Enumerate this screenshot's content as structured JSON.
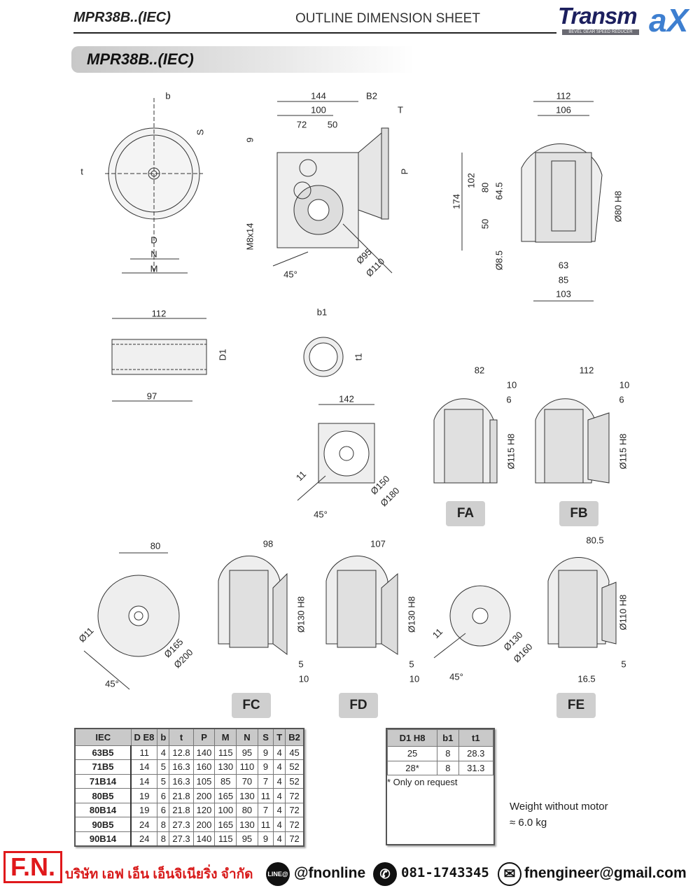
{
  "header": {
    "model": "MPR38B..(IEC)",
    "title": "OUTLINE DIMENSION SHEET",
    "logo_brand": "Transm",
    "logo_x": "aX",
    "logo_sub": "BEVEL GEAR SPEED REDUCER"
  },
  "banner": {
    "title": "MPR38B..(IEC)"
  },
  "drawing": {
    "labels": [
      "b",
      "S",
      "t",
      "D",
      "N",
      "M",
      "144",
      "B2",
      "100",
      "T",
      "72",
      "50",
      "9",
      "P",
      "M8x14",
      "45°",
      "Ø95",
      "Ø110",
      "112",
      "106",
      "174",
      "102",
      "80",
      "64.5",
      "50",
      "Ø80 H8",
      "Ø8.5",
      "63",
      "85",
      "103",
      "112",
      "D1",
      "97",
      "b1",
      "t1",
      "142",
      "11",
      "45°",
      "Ø150",
      "Ø180",
      "82",
      "10",
      "6",
      "Ø115 H8",
      "112",
      "10",
      "6",
      "Ø115 H8",
      "80",
      "Ø11",
      "45°",
      "Ø165",
      "Ø200",
      "98",
      "Ø130 H8",
      "5",
      "10",
      "107",
      "Ø130 H8",
      "5",
      "10",
      "11",
      "45°",
      "Ø130",
      "Ø160",
      "80.5",
      "Ø110 H8",
      "5",
      "16.5"
    ],
    "variants": [
      "FA",
      "FB",
      "FC",
      "FD",
      "FE"
    ]
  },
  "table": {
    "headers": [
      "IEC",
      "D E8",
      "b",
      "t",
      "P",
      "M",
      "N",
      "S",
      "T",
      "B2"
    ],
    "rows": [
      [
        "63B5",
        "11",
        "4",
        "12.8",
        "140",
        "115",
        "95",
        "9",
        "4",
        "45"
      ],
      [
        "71B5",
        "14",
        "5",
        "16.3",
        "160",
        "130",
        "110",
        "9",
        "4",
        "52"
      ],
      [
        "71B14",
        "14",
        "5",
        "16.3",
        "105",
        "85",
        "70",
        "7",
        "4",
        "52"
      ],
      [
        "80B5",
        "19",
        "6",
        "21.8",
        "200",
        "165",
        "130",
        "11",
        "4",
        "72"
      ],
      [
        "80B14",
        "19",
        "6",
        "21.8",
        "120",
        "100",
        "80",
        "7",
        "4",
        "72"
      ],
      [
        "90B5",
        "24",
        "8",
        "27.3",
        "200",
        "165",
        "130",
        "11",
        "4",
        "72"
      ],
      [
        "90B14",
        "24",
        "8",
        "27.3",
        "140",
        "115",
        "95",
        "9",
        "4",
        "72"
      ]
    ]
  },
  "shaft_table": {
    "headers": [
      "D1 H8",
      "b1",
      "t1"
    ],
    "rows": [
      [
        "25",
        "8",
        "28.3"
      ],
      [
        "28*",
        "8",
        "31.3"
      ]
    ],
    "note": "* Only on request"
  },
  "weight": {
    "label": "Weight without motor",
    "value": "≈ 6.0 kg"
  },
  "footer": {
    "logo": "F.N.",
    "company": "บริษัท เอฟ เอ็น เอ็นจิเนียริ่ง จำกัด",
    "line_icon": "LINE@",
    "line_id": "@fnonline",
    "phone": "081-1743345",
    "email": "fnengineer@gmail.com"
  }
}
